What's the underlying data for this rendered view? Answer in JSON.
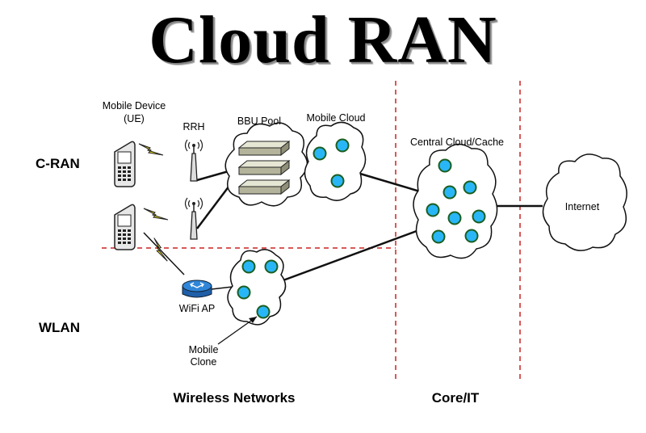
{
  "title": "Cloud RAN",
  "rows": {
    "cran": "C-RAN",
    "wlan": "WLAN"
  },
  "sections": {
    "wireless": "Wireless Networks",
    "core": "Core/IT"
  },
  "labels": {
    "mobile_device": "Mobile Device",
    "mobile_device_ue": "(UE)",
    "rrh": "RRH",
    "bbu_pool": "BBU Pool",
    "mobile_cloud": "Mobile Cloud",
    "central_cloud": "Central Cloud/Cache",
    "internet": "Internet",
    "wifi_ap": "WiFi AP",
    "mobile_clone_1": "Mobile",
    "mobile_clone_2": "Clone"
  },
  "colors": {
    "node_fill": "#29b6f6",
    "node_ring": "#1b5e20",
    "divider": "#cc2222",
    "bolt": "#f5e51b",
    "router": "#2f86d8"
  }
}
